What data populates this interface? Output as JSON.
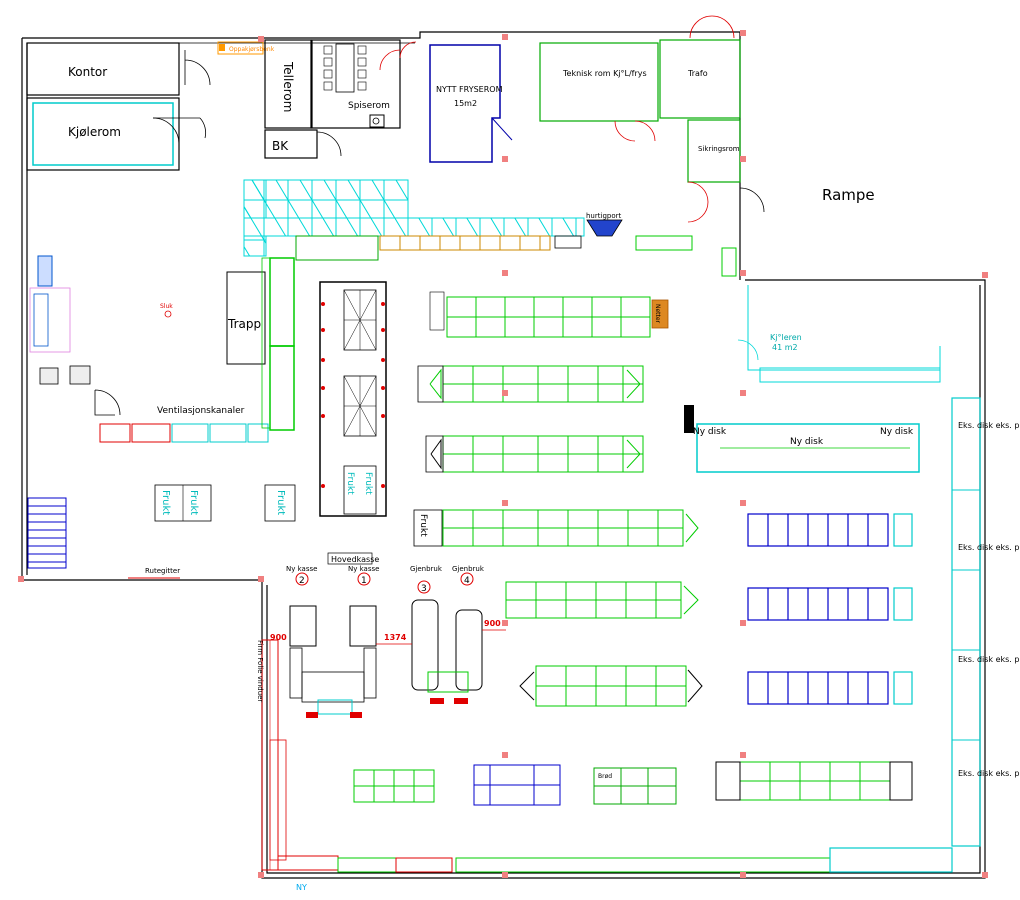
{
  "rooms": {
    "kontor": "Kontor",
    "kjolerom": "Kjølerom",
    "tellerom": "Tellerom",
    "spiserom": "Spiserom",
    "bk": "BK",
    "fryserom_title": "NYTT FRYSEROM",
    "fryserom_area": "15m2",
    "teknisk": "Teknisk rom Kj°L/frys",
    "trafo": "Trafo",
    "sikringsrom": "Sikringsrom",
    "rampe": "Rampe",
    "trapp": "Trapp",
    "ventilasjon": "Ventilasjonskanaler",
    "oppakjor": "Oppakjørsbenk",
    "hurtigport": "hurtigport",
    "sluk": "Sluk",
    "kjoleren_title": "Kj°leren",
    "kjoleren_area": "41 m2",
    "ny": "NY",
    "rutegitter": "Rutegitter",
    "vinduer": "Firm Folie vinduer",
    "hovedkasse": "Hovedkasse"
  },
  "frukt_labels": [
    "Frukt",
    "Frukt",
    "Frukt",
    "Frukt",
    "Frukt",
    "Frukt"
  ],
  "counters": [
    {
      "num": "2",
      "label": "Ny kasse"
    },
    {
      "num": "1",
      "label": "Ny kasse"
    },
    {
      "num": "3",
      "label": "Gjenbruk"
    },
    {
      "num": "4",
      "label": "Gjenbruk"
    }
  ],
  "dimensions": [
    "900",
    "1374",
    "900"
  ],
  "disk_labels": [
    "Ny disk",
    "Ny disk",
    "Ny disk"
  ],
  "eks_labels": [
    "Eks. disk eks. pos.",
    "Eks. disk eks. pos.",
    "Eks. disk eks. pos.",
    "Eks. disk eks. pos."
  ],
  "small_labels": {
    "netter": "Netter",
    "brod": "Brød"
  },
  "colors": {
    "wall": "#000000",
    "shelf": "#00cc00",
    "cooler": "#00e5e5",
    "freezer": "#0000cc",
    "door": "#e00000",
    "orange": "#cc7a00",
    "marker": "#f08080"
  }
}
